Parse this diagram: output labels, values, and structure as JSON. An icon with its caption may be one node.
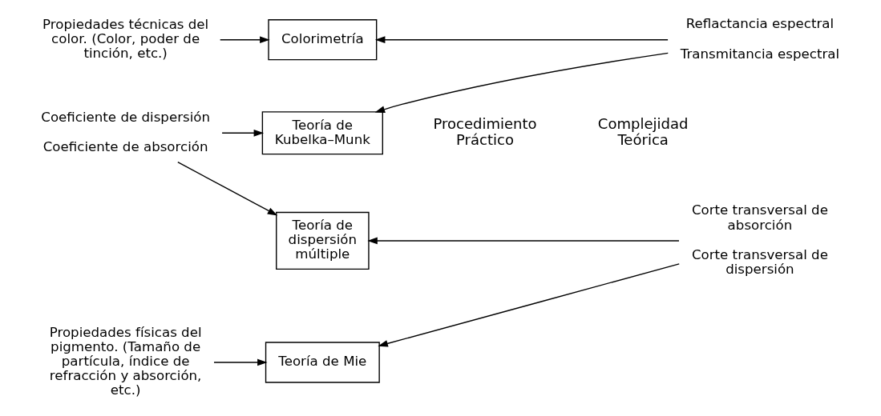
{
  "diagram": {
    "nodes": [
      {
        "text": [
          "Propiedades técnicas del color. (Color, poder de tinción, etc.)"
        ]
      },
      {
        "text": [
          "Colorimetría"
        ]
      },
      {
        "text": [
          "Reflactancia espectral",
          "Transmitancia espectral"
        ]
      },
      {
        "text": [
          "Teoría de Kubelka–Munk"
        ]
      },
      {
        "text": [
          "Coeficiente de dispersión",
          "Coeficiente de absorción"
        ]
      },
      {
        "text": [
          "Teoría de dispersión múltiple"
        ]
      },
      {
        "text": [
          "Corte transversal de absorción",
          "Corte transversal de dispersión"
        ]
      },
      {
        "text": [
          "Propiedades físicas del pigmento. (Tamaño de partícula, índice de refracción y absorción, etc.)"
        ]
      },
      {
        "text": [
          "Teoría de Mie"
        ]
      }
    ],
    "edges": [
      {
        "from": 0,
        "to": 1,
        "arrow": "to"
      },
      {
        "from": 2,
        "to": 1,
        "arrow": "to"
      },
      {
        "from": 2,
        "to": 3,
        "arrow": "to"
      },
      {
        "from": 4,
        "to": 3,
        "arrow": "to"
      },
      {
        "from": 4,
        "to": 5,
        "arrow": "to"
      },
      {
        "from": 6,
        "to": 5,
        "arrow": "to"
      },
      {
        "from": 6,
        "to": 8,
        "arrow": "to"
      },
      {
        "from": 7,
        "to": 8,
        "arrow": "to"
      }
    ],
    "labels": [
      "Complejidad Teórica",
      "Procedimiento Práctico"
    ]
  }
}
